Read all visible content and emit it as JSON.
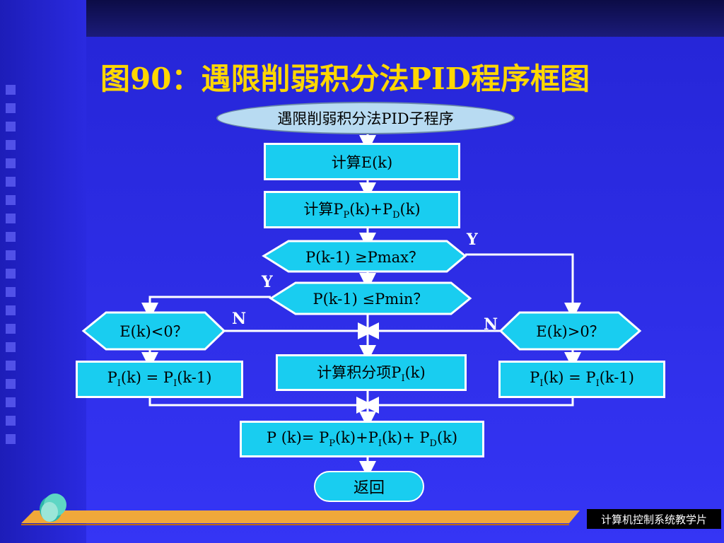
{
  "slide": {
    "title": "图90：遇限削弱积分法PID程序框图",
    "footer": "计算机控制系统教学片"
  },
  "flow": {
    "start": "遇限削弱积分法PID子程序",
    "calc_e": "计算E(k)",
    "calc_pp_pd": {
      "pre": "计算P",
      "s1": "P",
      "mid": "(k)+P",
      "s2": "D",
      "post": "(k)"
    },
    "cond_pmax": "P(k-1) ≥Pmax？",
    "cond_pmin": "P(k-1) ≤Pmin？",
    "cond_e_lt": "E(k)<0？",
    "cond_e_gt": "E(k)>0？",
    "calc_pi": {
      "pre": "计算积分项P",
      "s1": "I",
      "post": "(k)"
    },
    "hold_left": {
      "a": "P",
      "s1": "I",
      "b": "(k) = P",
      "s2": "I",
      "c": "(k-1)"
    },
    "hold_right": {
      "a": "P",
      "s1": "I",
      "b": "(k) = P",
      "s2": "I",
      "c": "(k-1)"
    },
    "sum": {
      "a": "P (k)= P",
      "s1": "P",
      "b": "(k)+P",
      "s2": "I",
      "c": "(k)+ P",
      "s3": "D",
      "d": "(k)"
    },
    "return": "返回",
    "label_y1": "Y",
    "label_y2": "Y",
    "label_n1": "N",
    "label_n2": "N"
  },
  "colors": {
    "box_fill": "#19cdf0",
    "start_fill": "#b8dbf2",
    "title": "#ffd700",
    "line": "#ffffff"
  }
}
